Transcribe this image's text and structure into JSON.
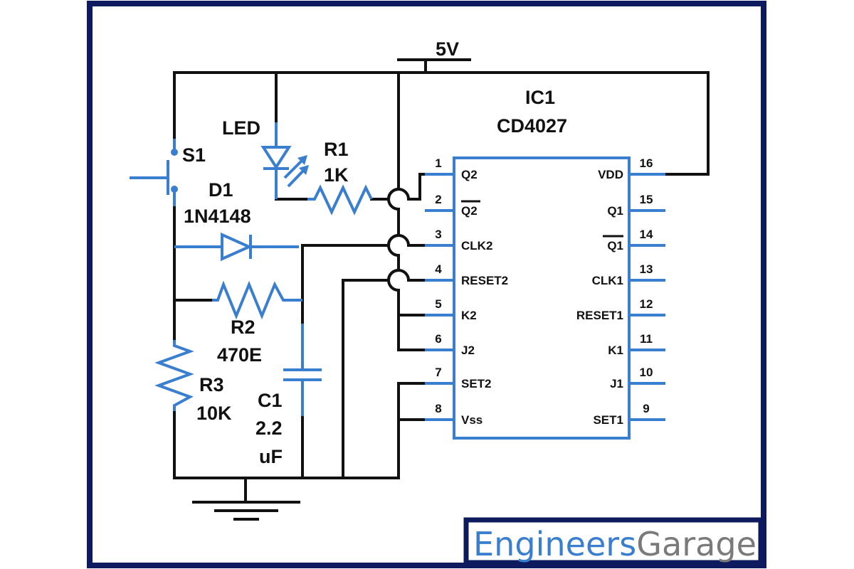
{
  "supply": {
    "label": "5V"
  },
  "ic": {
    "ref": "IC1",
    "part": "CD4027"
  },
  "switch": {
    "ref": "S1"
  },
  "led": {
    "ref": "LED"
  },
  "r1": {
    "ref": "R1",
    "value": "1K"
  },
  "d1": {
    "ref": "D1",
    "part": "1N4148"
  },
  "r2": {
    "ref": "R2",
    "value": "470E"
  },
  "r3": {
    "ref": "R3",
    "value": "10K"
  },
  "c1": {
    "ref": "C1",
    "value_line1": "2.2",
    "value_line2": "uF"
  },
  "pins_left": [
    {
      "num": "1",
      "name": "Q2",
      "overbar": false
    },
    {
      "num": "2",
      "name": "Q2",
      "overbar": true
    },
    {
      "num": "3",
      "name": "CLK2",
      "overbar": false
    },
    {
      "num": "4",
      "name": "RESET2",
      "overbar": false
    },
    {
      "num": "5",
      "name": "K2",
      "overbar": false
    },
    {
      "num": "6",
      "name": "J2",
      "overbar": false
    },
    {
      "num": "7",
      "name": "SET2",
      "overbar": false
    },
    {
      "num": "8",
      "name": "Vss",
      "overbar": false
    }
  ],
  "pins_right": [
    {
      "num": "16",
      "name": "VDD",
      "overbar": false
    },
    {
      "num": "15",
      "name": "Q1",
      "overbar": false
    },
    {
      "num": "14",
      "name": "Q1",
      "overbar": true
    },
    {
      "num": "13",
      "name": "CLK1",
      "overbar": false
    },
    {
      "num": "12",
      "name": "RESET1",
      "overbar": false
    },
    {
      "num": "11",
      "name": "K1",
      "overbar": false
    },
    {
      "num": "10",
      "name": "J1",
      "overbar": false
    },
    {
      "num": "9",
      "name": "SET1",
      "overbar": false
    }
  ],
  "brand": {
    "part1": "Engineers",
    "part2": "Garage"
  },
  "colors": {
    "frame": "#0d1b5e",
    "wire": "#111111",
    "component": "#3a7fcf",
    "brand_part1": "#3a7fcf",
    "brand_part2": "#7a7a7a"
  }
}
